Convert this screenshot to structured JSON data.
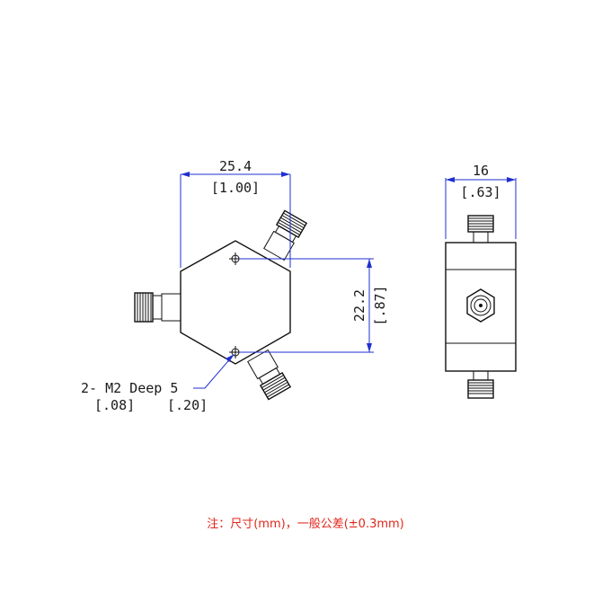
{
  "front_view": {
    "width_mm": "25.4",
    "width_in": "[1.00]",
    "height_mm": "22.2",
    "height_in": "[.87]",
    "hole_callout": "2- M2 Deep 5",
    "hole_callout_in_1": "[.08]",
    "hole_callout_in_2": "[.20]"
  },
  "side_view": {
    "width_mm": "16",
    "width_in": "[.63]"
  },
  "note": "注：尺寸(mm)，一般公差(±0.3mm)",
  "colors": {
    "dimension_lines": "#1f2fd0",
    "note_text": "#e0261b",
    "outline": "#111111"
  }
}
